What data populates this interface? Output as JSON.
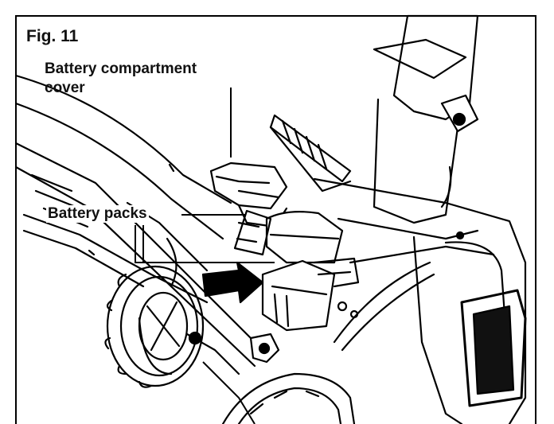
{
  "figure": {
    "label": "Fig. 11",
    "callouts": {
      "cover_line1": "Battery compartment",
      "cover_line2": "cover",
      "packs": "Battery packs"
    }
  }
}
